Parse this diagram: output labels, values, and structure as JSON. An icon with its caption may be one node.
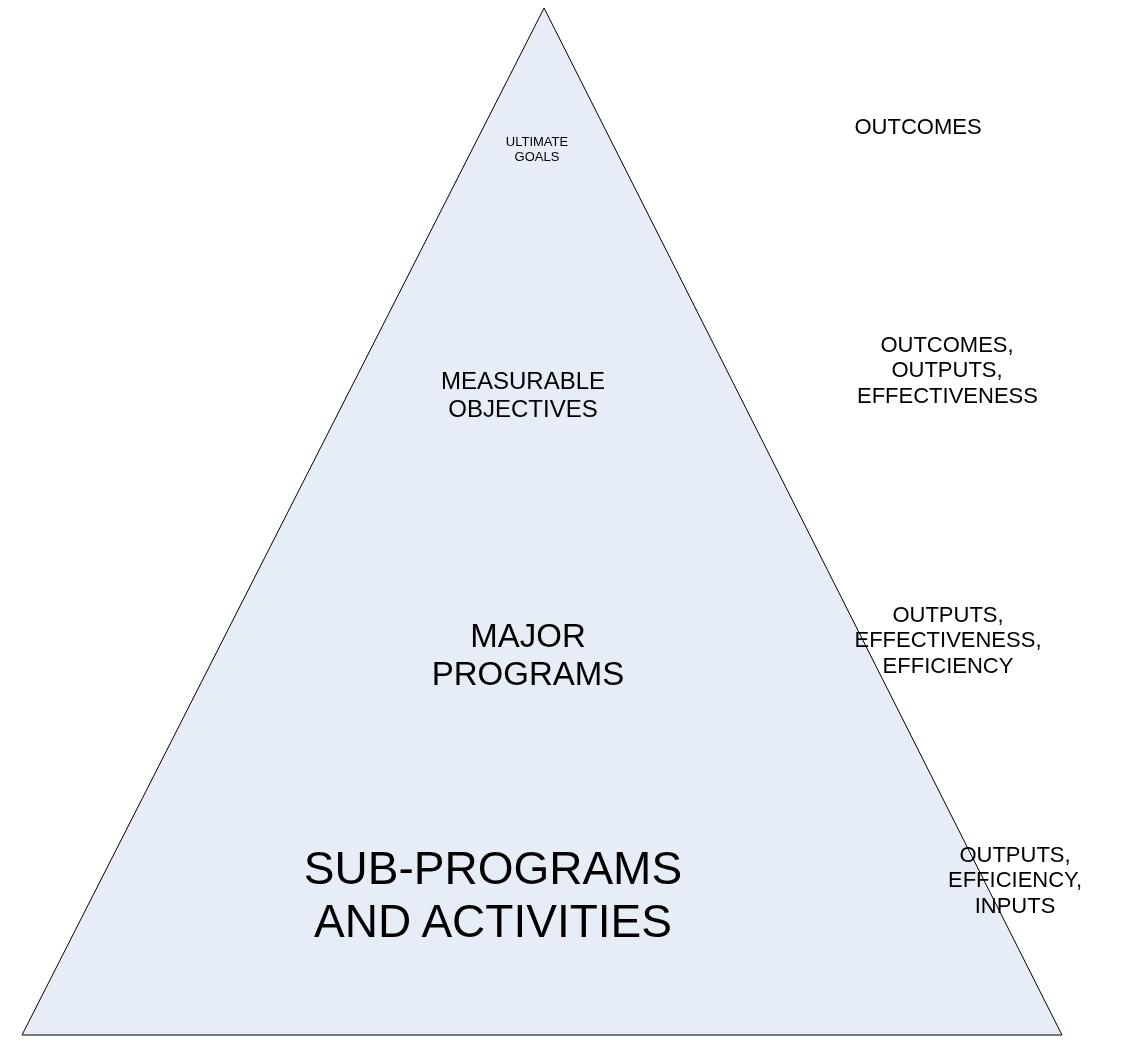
{
  "diagram": {
    "nodes": [
      {
        "text": [
          "ULTIMATE GOALS",
          "MEASURABLE OBJECTIVES",
          "MAJOR PROGRAMS",
          "SUB-PROGRAMS AND ACTIVITIES"
        ]
      }
    ],
    "edges": [],
    "labels": [
      "OUTCOMES",
      "OUTCOMES, OUTPUTS, EFFECTIVENESS",
      "OUTPUTS, EFFECTIVENESS, EFFICIENCY",
      "OUTPUTS, EFFICIENCY, INPUTS"
    ]
  }
}
